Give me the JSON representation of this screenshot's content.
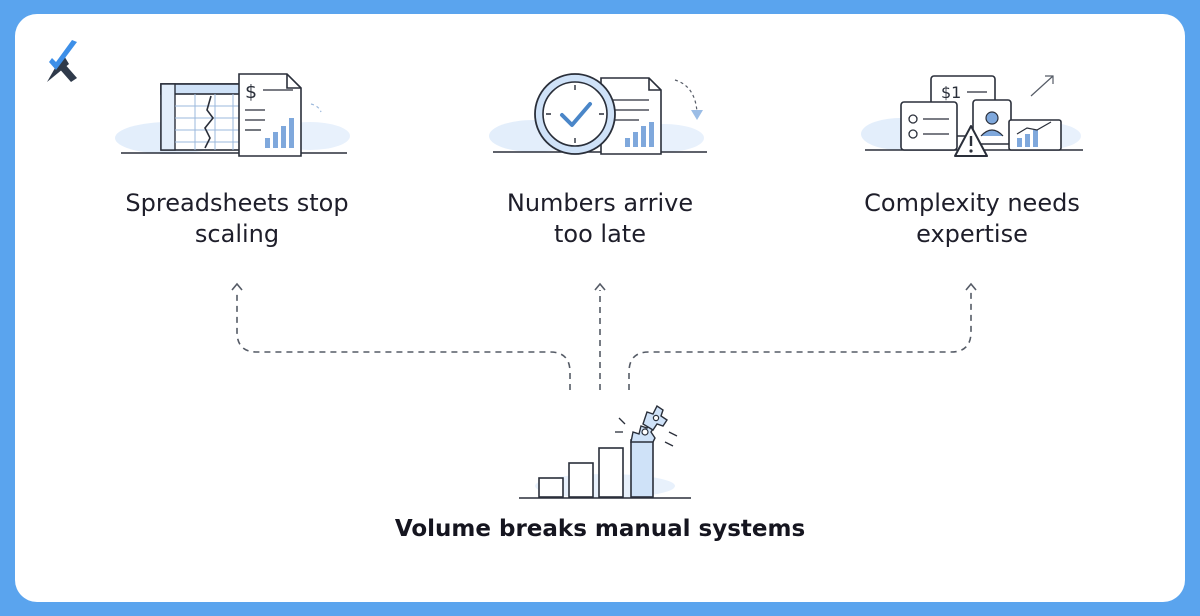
{
  "branches": [
    {
      "label": "Spreadsheets stop scaling"
    },
    {
      "label": "Numbers arrive too late"
    },
    {
      "label": "Complexity needs expertise"
    }
  ],
  "root": {
    "label": "Volume breaks manual systems"
  },
  "icons": {
    "logo": "brand-logo-icon",
    "branch_1": "broken-spreadsheet-icon",
    "branch_2": "late-clock-report-icon",
    "branch_3": "complex-documents-warning-icon",
    "root": "breaking-bar-chart-gears-icon"
  },
  "illustration_text": {
    "spreadsheet_dollar": "$",
    "invoice_dollar": "$1"
  },
  "colors": {
    "background": "#5aa4ee",
    "card": "#ffffff",
    "ink": "#2a2f3a",
    "accent": "#4a86c8",
    "accent_light": "#cfe2f8",
    "logo_blue": "#3d8fe8",
    "logo_dark": "#2f3a4a"
  }
}
